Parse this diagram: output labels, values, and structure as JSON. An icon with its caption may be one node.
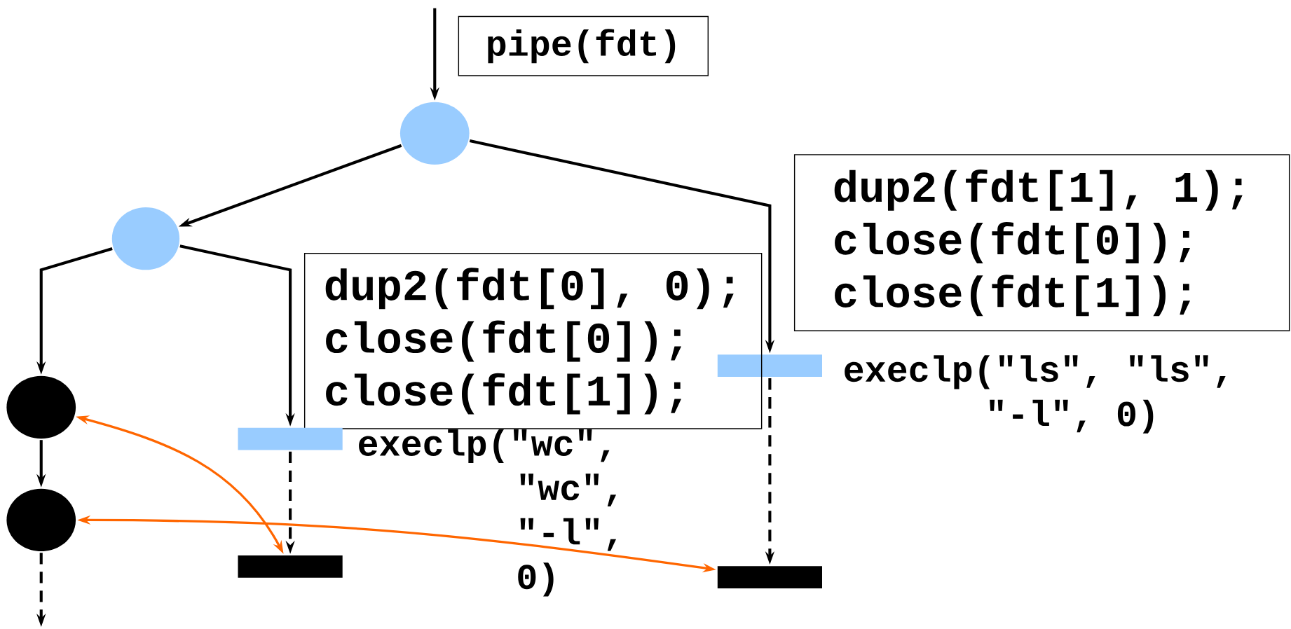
{
  "diagram": {
    "nodes": [
      {
        "text": [
          "pipe(fdt)"
        ]
      },
      {
        "text": [],
        "shape": "circle"
      },
      {
        "text": [],
        "shape": "circle"
      },
      {
        "text": [
          "dup2(fdt[1], 1);",
          "close(fdt[0]);",
          "close(fdt[1]);"
        ]
      },
      {
        "text": [],
        "shape": "bar",
        "beside": [
          "execlp(\"ls\", \"ls\", \"-l\", 0)"
        ]
      },
      {
        "text": [
          "dup2(fdt[0], 0);",
          "close(fdt[0]);",
          "close(fdt[1]);"
        ]
      },
      {
        "text": [],
        "shape": "bar",
        "beside": [
          "execlp(\"wc\", \"wc\", \"-l\", 0)"
        ]
      },
      {
        "text": [],
        "shape": "circle"
      },
      {
        "text": [],
        "shape": "circle"
      },
      {
        "text": [],
        "shape": "bar"
      },
      {
        "text": [],
        "shape": "bar"
      }
    ],
    "edges": [
      {
        "from": null,
        "to": 1,
        "arrow": "to"
      },
      {
        "from": 1,
        "to": 2,
        "arrow": "to"
      },
      {
        "from": 1,
        "to": 4,
        "arrow": "to"
      },
      {
        "from": 2,
        "to": 7,
        "arrow": "to"
      },
      {
        "from": 2,
        "to": 6,
        "arrow": "to"
      },
      {
        "from": 6,
        "to": 9,
        "arrow": "to",
        "style": "dashed"
      },
      {
        "from": 4,
        "to": 10,
        "arrow": "to",
        "style": "dashed"
      },
      {
        "from": 7,
        "to": 8,
        "arrow": "to"
      },
      {
        "from": 8,
        "to": null,
        "arrow": "to",
        "style": "dashed"
      },
      {
        "from": 9,
        "to": 7,
        "arrow": "both",
        "color": "#ff6600"
      },
      {
        "from": 8,
        "to": 10,
        "arrow": "both",
        "color": "#ff6600"
      }
    ]
  }
}
